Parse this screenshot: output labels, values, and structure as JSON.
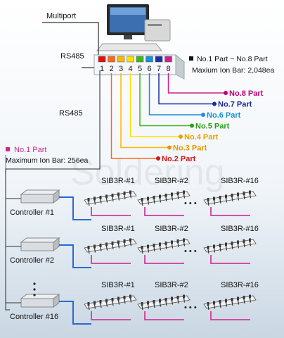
{
  "labels": {
    "multiport": "Multiport",
    "rs485_top": "RS485",
    "rs485_side": "RS485",
    "parts_range": "No.1 Part ~ No.8 Part",
    "max_ion_bar_8": "Maxium Ion Bar: 2,048ea",
    "no1_part": "No.1 Part",
    "max_ion_bar_1": "Maximum Ion Bar: 256ea",
    "watermark": "Soldering",
    "ellipsis": "• • •"
  },
  "ports": [
    {
      "num": "1",
      "color": "#e01010"
    },
    {
      "num": "2",
      "color": "#ff6a1a"
    },
    {
      "num": "3",
      "color": "#ffb800"
    },
    {
      "num": "4",
      "color": "#ffe000"
    },
    {
      "num": "5",
      "color": "#3fb51f"
    },
    {
      "num": "6",
      "color": "#1a8ed6"
    },
    {
      "num": "7",
      "color": "#1c2fa8"
    },
    {
      "num": "8",
      "color": "#d02090"
    }
  ],
  "part_labels": [
    {
      "text": "No.8 Part",
      "color": "#c0007a"
    },
    {
      "text": "No.7 Part",
      "color": "#1a2a9c"
    },
    {
      "text": "No.6 Part",
      "color": "#1a8ed6"
    },
    {
      "text": "No.5 Part",
      "color": "#2e9e1a"
    },
    {
      "text": "No.4 Part",
      "color": "#f0a000"
    },
    {
      "text": "No.3 Part",
      "color": "#e59800"
    },
    {
      "text": "No.2 Part",
      "color": "#d01818"
    }
  ],
  "controllers": [
    {
      "label": "Controller #1",
      "bars": [
        "SIB3R-#1",
        "SIB3R-#2",
        "SIB3R-#16"
      ]
    },
    {
      "label": "Controller #2",
      "bars": [
        "SIB3R-#1",
        "SIB3R-#2",
        "SIB3R-#16"
      ]
    },
    {
      "label": "Controller #16",
      "bars": [
        "SIB3R-#1",
        "SIB3R-#2",
        "SIB3R-#16"
      ]
    }
  ],
  "colors": {
    "bus_pink": "#d03c9a",
    "bus_blue": "#2a6ad0",
    "line_gray": "#555555",
    "no1_pink": "#d0288c"
  }
}
